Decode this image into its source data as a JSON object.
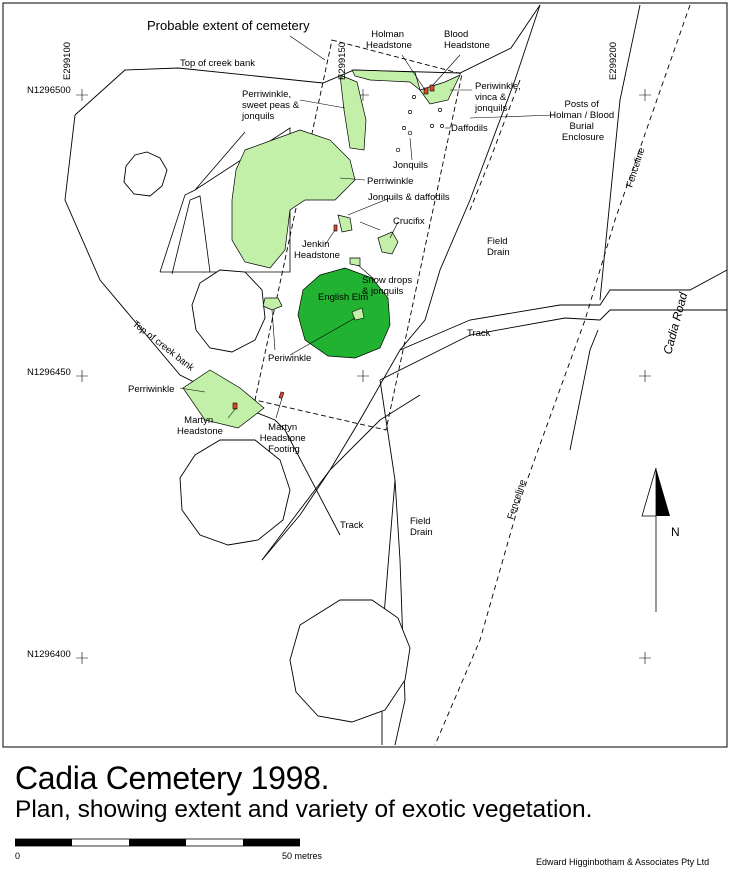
{
  "map": {
    "grid_labels": {
      "e299100": "E299100",
      "e299150": "E299150",
      "e299200": "E299200",
      "n1296500": "N1296500",
      "n1296450": "N1296450",
      "n1296400": "N1296400"
    },
    "labels": {
      "probable_extent": "Probable extent of cemetery",
      "top_creek_bank_1": "Top of creek bank",
      "top_creek_bank_2": "Top of creek bank",
      "holman_headstone": [
        "Holman",
        "Headstone"
      ],
      "blood_headstone": [
        "Blood",
        "Headstone"
      ],
      "periwinkle_vinca": [
        "Periwinkle,",
        "vinca &",
        "jonquils"
      ],
      "periwinkle_sweet": [
        "Perriwinkle,",
        "sweet peas &",
        "jonquils"
      ],
      "posts": [
        "Posts of",
        "Holman / Blood",
        "Burial",
        "Enclosure"
      ],
      "daffodils": "Daffodils",
      "jonquils": "Jonquils",
      "perriwinkle_main": "Perriwinkle",
      "jonquils_daffodils": "Jonquils & daffodils",
      "crucifix": "Crucifix",
      "jenkin_headstone": [
        "Jenkin",
        "Headstone"
      ],
      "snow_drops": [
        "Snow drops",
        "& jonquils"
      ],
      "english_elm": "English Elm",
      "periwinkle_small": "Periwinkle",
      "perriwinkle_left": "Perriwinkle",
      "martyn_headstone": [
        "Martyn",
        "Headstone"
      ],
      "martyn_footing": [
        "Martyn",
        "Headstone",
        "Footing"
      ],
      "field_drain_1": [
        "Field",
        "Drain"
      ],
      "field_drain_2": [
        "Field",
        "Drain"
      ],
      "track_1": "Track",
      "track_2": "Track",
      "fenceline_1": "Fenceline",
      "fenceline_2": "Fenceline",
      "cadia_road": "Cadia Road",
      "north": "N"
    },
    "colors": {
      "vegetation": "#c2f0a8",
      "elm": "#22b231",
      "headstone": "#e0442c"
    }
  },
  "title": "Cadia Cemetery 1998.",
  "subtitle": "Plan, showing extent and variety of exotic vegetation.",
  "scale": {
    "zero": "0",
    "label": "50 metres"
  },
  "credit": "Edward Higginbotham & Associates Pty Ltd"
}
